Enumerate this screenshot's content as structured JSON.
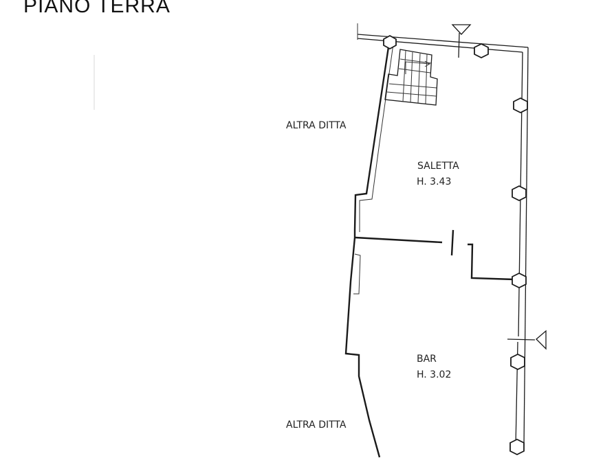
{
  "plan": {
    "title": "PIANO TERRA",
    "labels": {
      "neighbor_top": "ALTRA DITTA",
      "neighbor_bottom": "ALTRA DITTA",
      "room1_name": "SALETTA",
      "room1_height": "H. 3.43",
      "room2_name": "BAR",
      "room2_height": "H. 3.02"
    },
    "icons": [
      "entrance-arrow-icon",
      "stair-arrow-icon",
      "column-icon"
    ]
  }
}
